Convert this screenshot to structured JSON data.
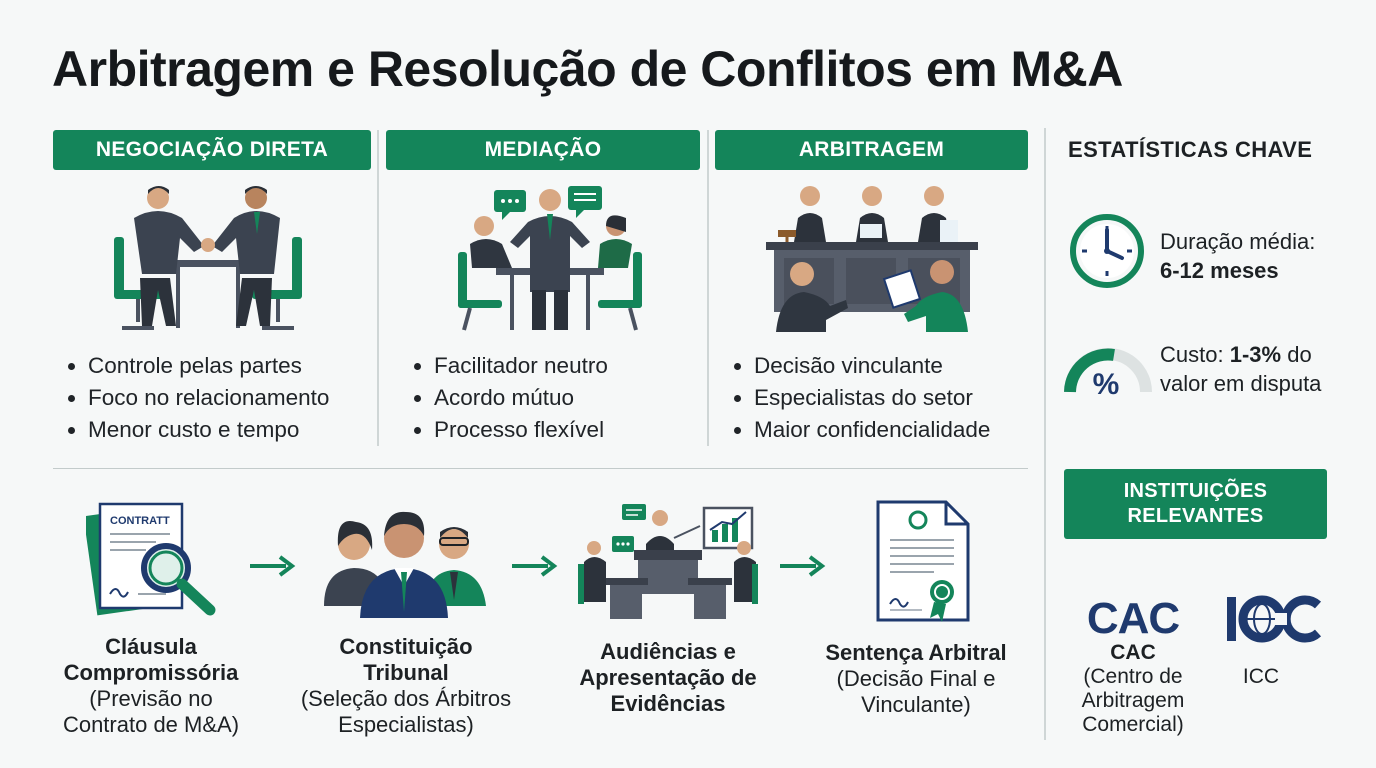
{
  "title": "Arbitragem e Resolução de Conflitos em M&A",
  "methods": [
    {
      "header": "NEGOCIAÇÃO DIRETA",
      "bullets": [
        "Controle pelas partes",
        "Foco no relacionamento",
        "Menor custo e tempo"
      ]
    },
    {
      "header": "MEDIAÇÃO",
      "bullets": [
        "Facilitador neutro",
        "Acordo mútuo",
        "Processo flexível"
      ]
    },
    {
      "header": "ARBITRAGEM",
      "bullets": [
        "Decisão vinculante",
        "Especialistas do setor",
        "Maior confidencialidade"
      ]
    }
  ],
  "stats": {
    "title": "ESTATÍSTICAS CHAVE",
    "duration_label": "Duração média:",
    "duration_value": "6-12 meses",
    "cost_label": "Custo:",
    "cost_value": "1-3%",
    "cost_suffix": "do",
    "cost_line2": "valor em disputa",
    "percent_symbol": "%"
  },
  "institutions": {
    "header_line1": "INSTITUIÇÕES",
    "header_line2": "RELEVANTES",
    "items": [
      {
        "logo": "CAC",
        "name_lines": [
          "CAC",
          "(Centro de",
          "Arbitragem",
          "Comercial)"
        ]
      },
      {
        "logo": "ICC",
        "name_lines": [
          "ICC"
        ]
      }
    ]
  },
  "process": [
    {
      "bold": [
        "Cláusula",
        "Compromissória"
      ],
      "sub": [
        "(Previsão no",
        "Contrato de M&A)"
      ],
      "icon_text": "CONTRATT"
    },
    {
      "bold": [
        "Constituição",
        "Tribunal"
      ],
      "sub": [
        "(Seleção dos Árbitros",
        "Especialistas)"
      ]
    },
    {
      "bold": [
        "Audiências e",
        "Apresentação de",
        "Evidências"
      ],
      "sub": []
    },
    {
      "bold": [
        "Sentença Arbitral"
      ],
      "sub": [
        "(Decisão Final e",
        "Vinculante)"
      ]
    }
  ],
  "colors": {
    "accent": "#14855a",
    "navy": "#1f3a6e",
    "suit": "#3b4350"
  }
}
